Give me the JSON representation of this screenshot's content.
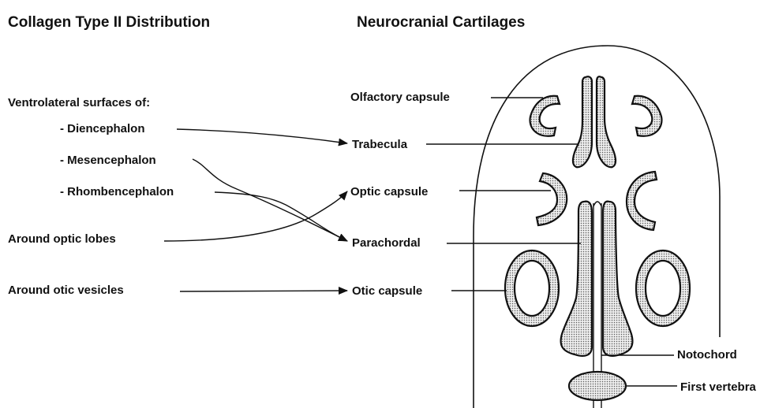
{
  "headings": {
    "left": "Collagen Type II Distribution",
    "right": "Neurocranial Cartilages"
  },
  "sources": {
    "intro": "Ventrolateral surfaces of:",
    "diencephalon": "- Diencephalon",
    "mesencephalon": "- Mesencephalon",
    "rhombencephalon": "- Rhombencephalon",
    "optic_lobes": "Around optic lobes",
    "otic_vesicles": "Around otic vesicles"
  },
  "cartilages": {
    "olfactory": "Olfactory capsule",
    "trabecula": "Trabecula",
    "optic": "Optic capsule",
    "parachordal": "Parachordal",
    "otic": "Otic capsule",
    "notochord": "Notochord",
    "first_vertebra": "First vertebra"
  }
}
